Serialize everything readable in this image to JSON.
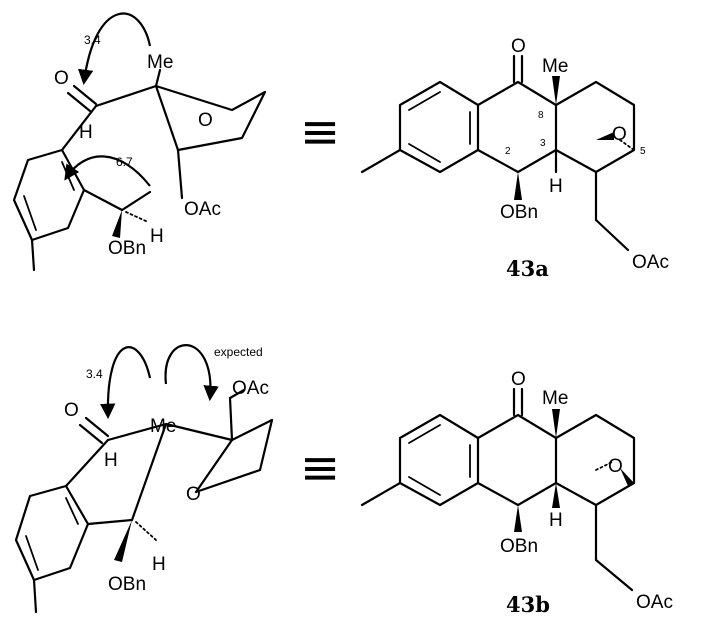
{
  "top": {
    "coupling_upper": "3.4",
    "coupling_lower": "6.7",
    "left_labels": {
      "O_ketone": "O",
      "H_ketone": "H",
      "Me": "Me",
      "O_epoxide": "O",
      "OAc": "OAc",
      "OBn": "OBn",
      "H_benzylic": "H"
    },
    "right_labels": {
      "O_ketone": "O",
      "Me": "Me",
      "pos8": "8",
      "pos3": "3",
      "pos2": "2",
      "pos5": "5",
      "O_epoxide": "O",
      "H": "H",
      "OBn": "OBn",
      "OAc": "OAc"
    },
    "compound": "43a"
  },
  "bottom": {
    "coupling_upper": "3.4",
    "expected": "expected",
    "left_labels": {
      "O_ketone": "O",
      "H_ketone": "H",
      "Me": "Me",
      "OAc": "OAc",
      "O_epoxide": "O",
      "OBn": "OBn",
      "H_benzylic": "H"
    },
    "right_labels": {
      "O_ketone": "O",
      "Me": "Me",
      "O_epoxide": "O",
      "H": "H",
      "OBn": "OBn",
      "OAc": "OAc"
    },
    "compound": "43b"
  },
  "equiv_symbol": "≡"
}
